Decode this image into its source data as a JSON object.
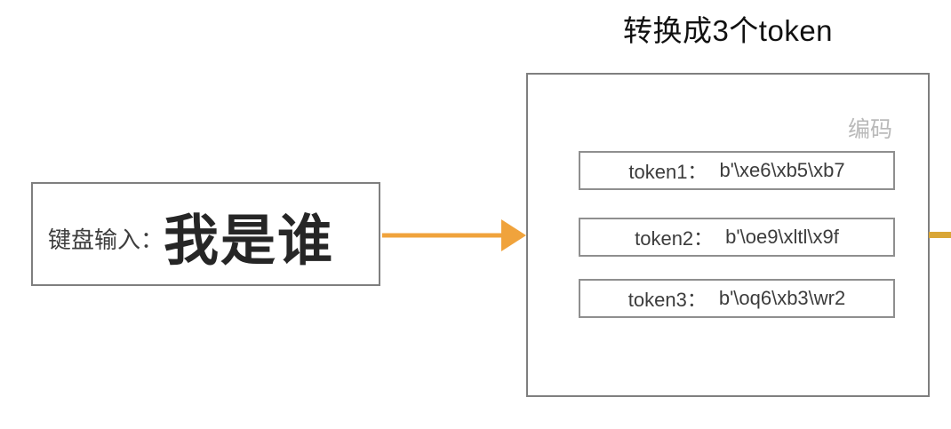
{
  "title": "转换成3个token",
  "input_box": {
    "label": "键盘输入：",
    "text": "我是谁"
  },
  "encoder": {
    "label": "编码",
    "tokens": [
      {
        "label": "token1：",
        "value": "b'\\xe6\\xb5\\xb7"
      },
      {
        "label": "token2：",
        "value": "b'\\oe9\\xltl\\x9f"
      },
      {
        "label": "token3：",
        "value": "b'\\oq6\\xb3\\wr2"
      }
    ]
  },
  "colors": {
    "arrow-orange": "#f0a33c",
    "connector-gold": "#d9a636",
    "box-border": "#7f7f7f",
    "token-border": "#8f8f8f",
    "muted-label": "#b9b9b9"
  }
}
